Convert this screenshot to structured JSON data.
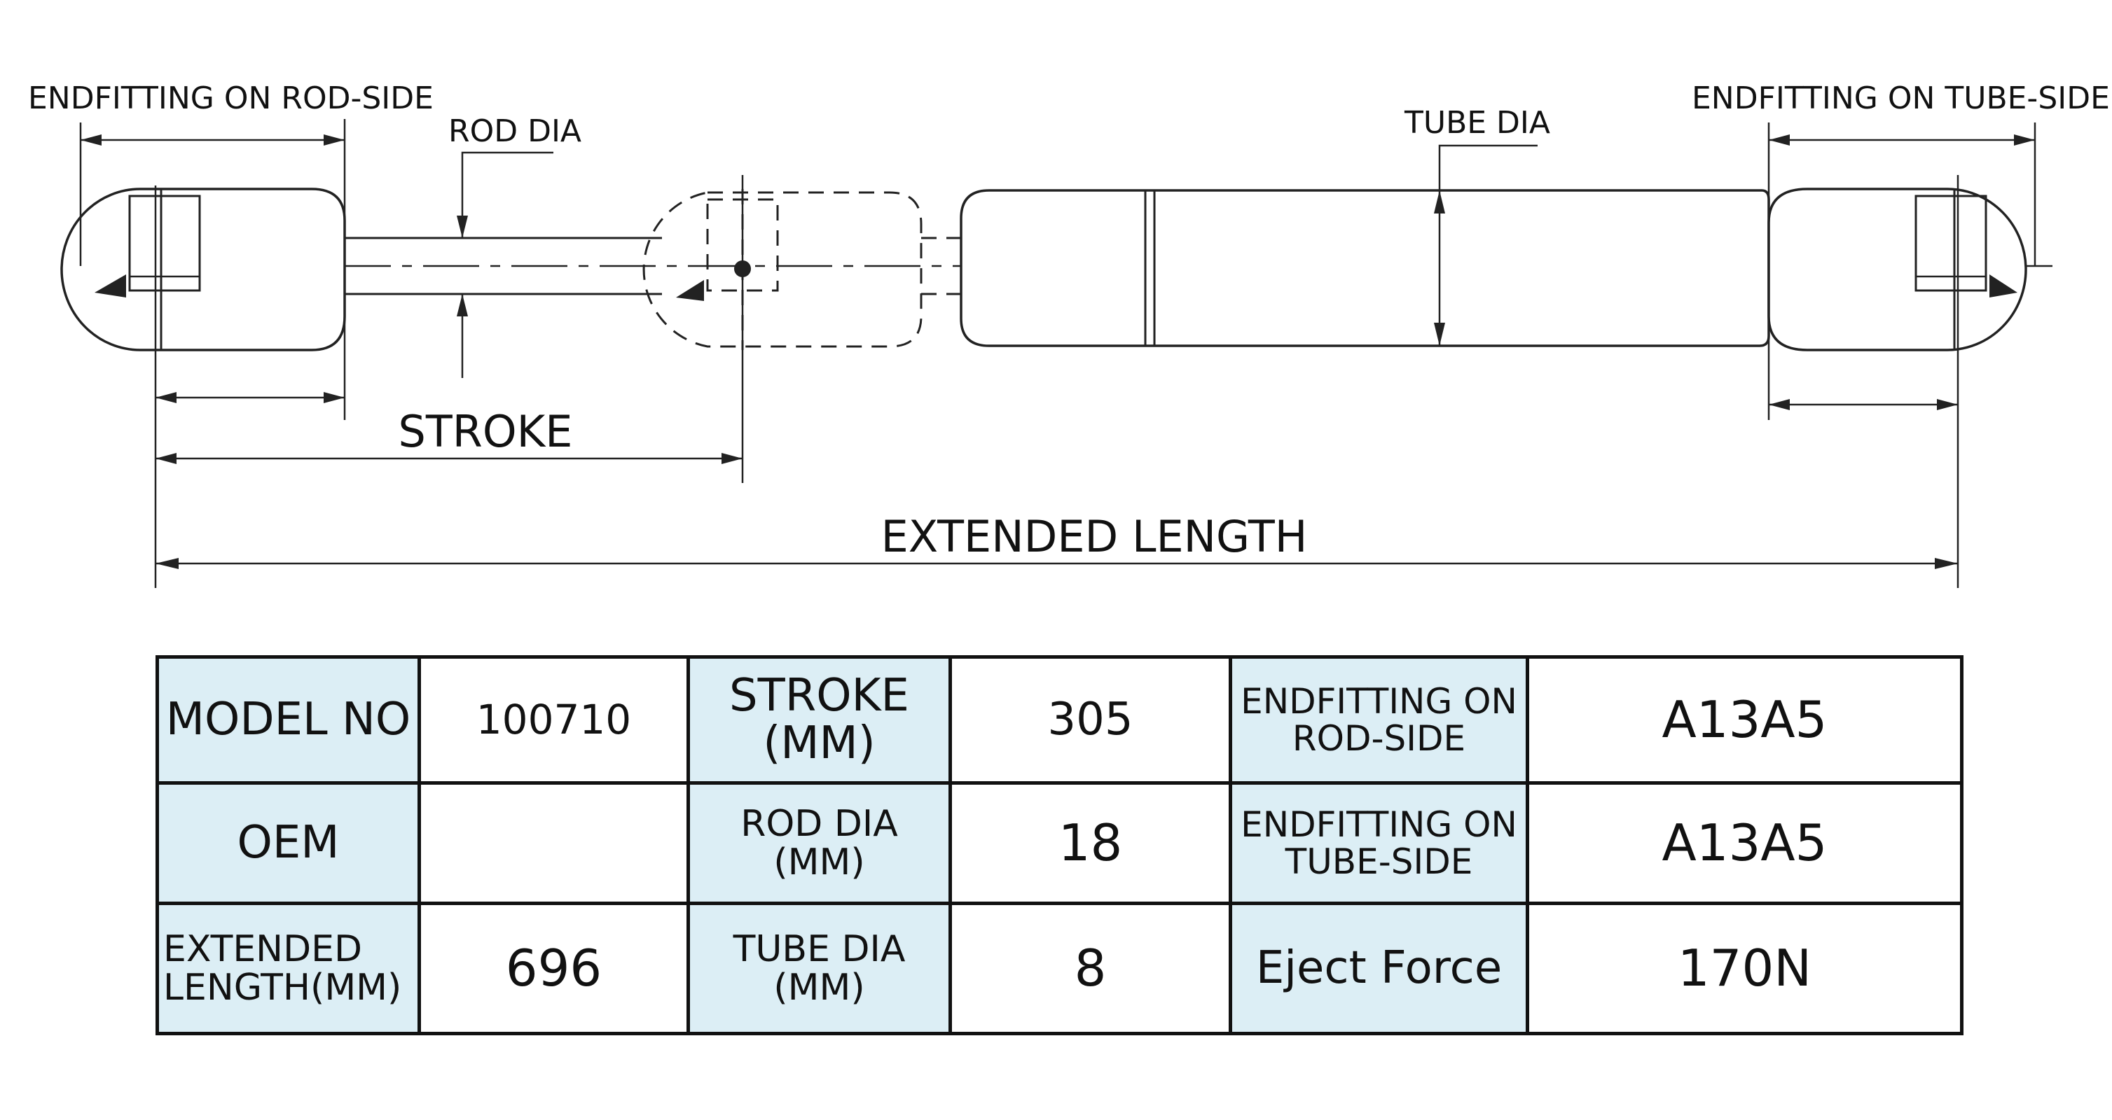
{
  "diagram": {
    "labels": {
      "endfitting_rod": "ENDFITTING ON ROD-SIDE",
      "rod_dia": "ROD DIA",
      "tube_dia": "TUBE DIA",
      "endfitting_tube": "ENDFITTING ON TUBE-SIDE",
      "stroke": "STROKE",
      "extended_length": "EXTENDED LENGTH"
    }
  },
  "table": {
    "model_no": {
      "label": "MODEL NO",
      "value": "100710"
    },
    "oem": {
      "label": "OEM",
      "value": ""
    },
    "extended_length": {
      "label_1": "EXTENDED",
      "label_2": "LENGTH(MM)",
      "value": "696"
    },
    "stroke": {
      "label_1": "STROKE",
      "label_2": "(MM)",
      "value": "305"
    },
    "rod_dia": {
      "label_1": "ROD DIA",
      "label_2": "(MM)",
      "value": "18"
    },
    "tube_dia": {
      "label_1": "TUBE DIA",
      "label_2": "(MM)",
      "value": "8"
    },
    "endfitting_rod": {
      "label_1": "ENDFITTING ON",
      "label_2": "ROD-SIDE",
      "value": "A13A5"
    },
    "endfitting_tube": {
      "label_1": "ENDFITTING ON",
      "label_2": "TUBE-SIDE",
      "value": "A13A5"
    },
    "eject_force": {
      "label": "Eject Force",
      "value": "170N"
    }
  },
  "colors": {
    "label_cell": "#dceef5",
    "line": "#222222"
  }
}
